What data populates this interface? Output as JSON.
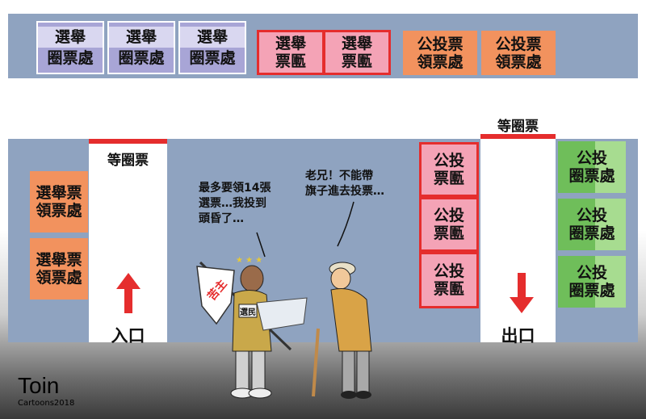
{
  "booths_top": {
    "purple": [
      {
        "line1": "選舉",
        "line2": "圈票處"
      },
      {
        "line1": "選舉",
        "line2": "圈票處"
      },
      {
        "line1": "選舉",
        "line2": "圈票處"
      }
    ],
    "pink": [
      {
        "line1": "選舉",
        "line2": "票匭"
      },
      {
        "line1": "選舉",
        "line2": "票匭"
      }
    ],
    "orange": [
      {
        "line1": "公投票",
        "line2": "領票處"
      },
      {
        "line1": "公投票",
        "line2": "領票處"
      }
    ]
  },
  "left_booths": [
    {
      "line1": "選舉票",
      "line2": "領票處"
    },
    {
      "line1": "選舉票",
      "line2": "領票處"
    }
  ],
  "center_pink": [
    {
      "line1": "公投",
      "line2": "票匭"
    },
    {
      "line1": "公投",
      "line2": "票匭"
    },
    {
      "line1": "公投",
      "line2": "票匭"
    }
  ],
  "right_green": [
    {
      "line1": "公投",
      "line2": "圈票處"
    },
    {
      "line1": "公投",
      "line2": "圈票處"
    },
    {
      "line1": "公投",
      "line2": "圈票處"
    }
  ],
  "labels": {
    "wait_left": "等圈票",
    "wait_right": "等圈票",
    "entrance": "入口",
    "exit": "出口"
  },
  "speech": {
    "voter": [
      "最多要領14張",
      "選票…我投到",
      "頭昏了…"
    ],
    "elder": [
      "老兄！不能帶",
      "旗子進去投票…"
    ]
  },
  "flag_text": "苦主",
  "vest_text": "選民",
  "signature": {
    "name": "Toin",
    "sub": "Cartoons2018"
  },
  "colors": {
    "floor": "#8fa3c0",
    "red": "#e52d2d",
    "pink": "#f4a3b6",
    "orange": "#f2925e",
    "green": "#6fbe5a",
    "purple": "#a8a5d6"
  }
}
